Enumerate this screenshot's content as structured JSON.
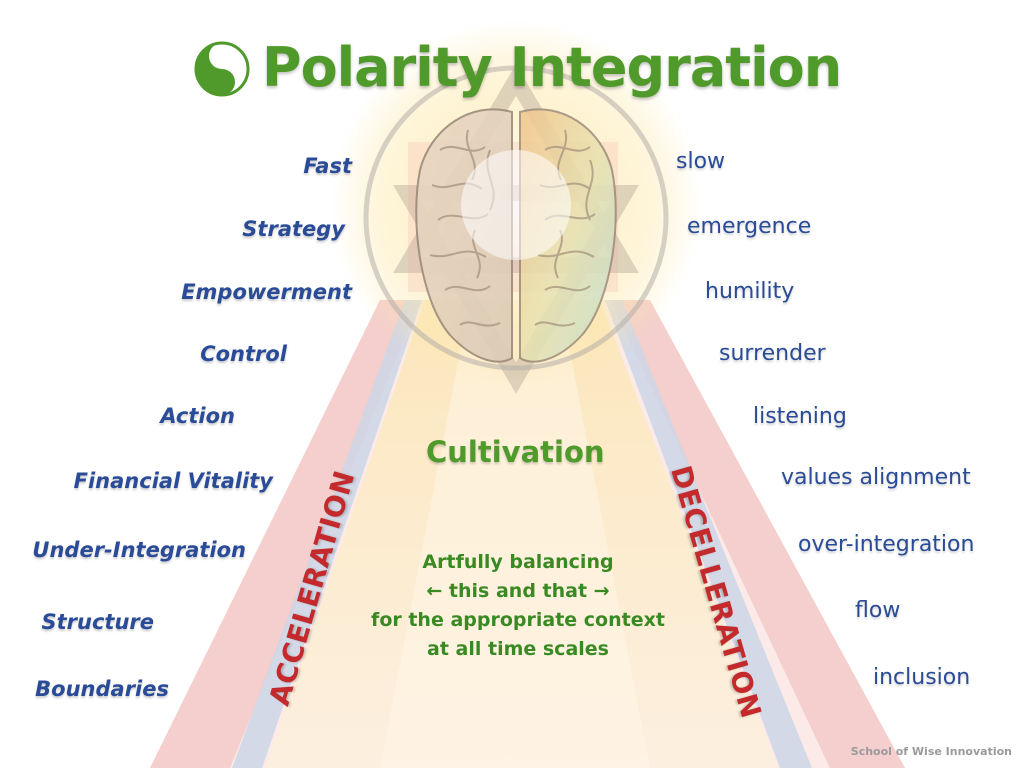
{
  "title": "Polarity Integration",
  "icon": "yin-yang-icon",
  "colors": {
    "title": "#4f9a2a",
    "poles": "#2a4b97",
    "axes": "#c42a2c",
    "center": "#3a8a23"
  },
  "left_pole": [
    "Fast",
    "Strategy",
    "Empowerment",
    "Control",
    "Action",
    "Financial Vitality",
    "Under-Integration",
    "Structure",
    "Boundaries"
  ],
  "right_pole": [
    "slow",
    "emergence",
    "humility",
    "surrender",
    "listening",
    "values alignment",
    "over-integration",
    "flow",
    "inclusion"
  ],
  "center": {
    "heading": "Cultivation",
    "lines": [
      "Artfully balancing",
      "← this and that →",
      "for the appropriate context",
      "at all time scales"
    ]
  },
  "left_axis": "ACCELERATION",
  "right_axis": "DECELLERATION",
  "credit": "School of Wise Innovation"
}
